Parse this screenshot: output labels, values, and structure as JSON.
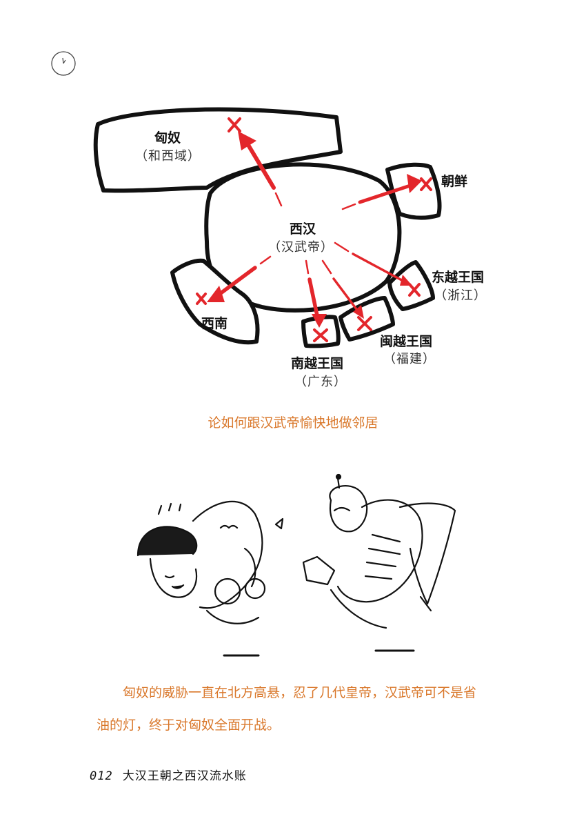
{
  "icons": {
    "clock": "clock-icon"
  },
  "colors": {
    "arrow": "#e3262b",
    "caption": "#d9772a",
    "outline": "#111111"
  },
  "map": {
    "center": {
      "name": "西汉",
      "sub": "（汉武帝）"
    },
    "regions": [
      {
        "name": "匈奴",
        "sub": "（和西域）"
      },
      {
        "name": "朝鲜",
        "sub": ""
      },
      {
        "name": "东越王国",
        "sub": "（浙江）"
      },
      {
        "name": "闽越王国",
        "sub": "（福建）"
      },
      {
        "name": "南越王国",
        "sub": "（广东）"
      },
      {
        "name": "西南",
        "sub": ""
      }
    ]
  },
  "caption": "论如何跟汉武帝愉快地做邻居",
  "illustration": {
    "left": "xiongnu-figure",
    "right": "han-soldier-figure"
  },
  "paragraph": {
    "line1": "匈奴的威胁一直在北方高悬，忍了几代皇帝，汉武帝可不是省",
    "line2": "油的灯，终于对匈奴全面开战。"
  },
  "footer": {
    "page_number": "012",
    "book_title": "大汉王朝之西汉流水账"
  }
}
